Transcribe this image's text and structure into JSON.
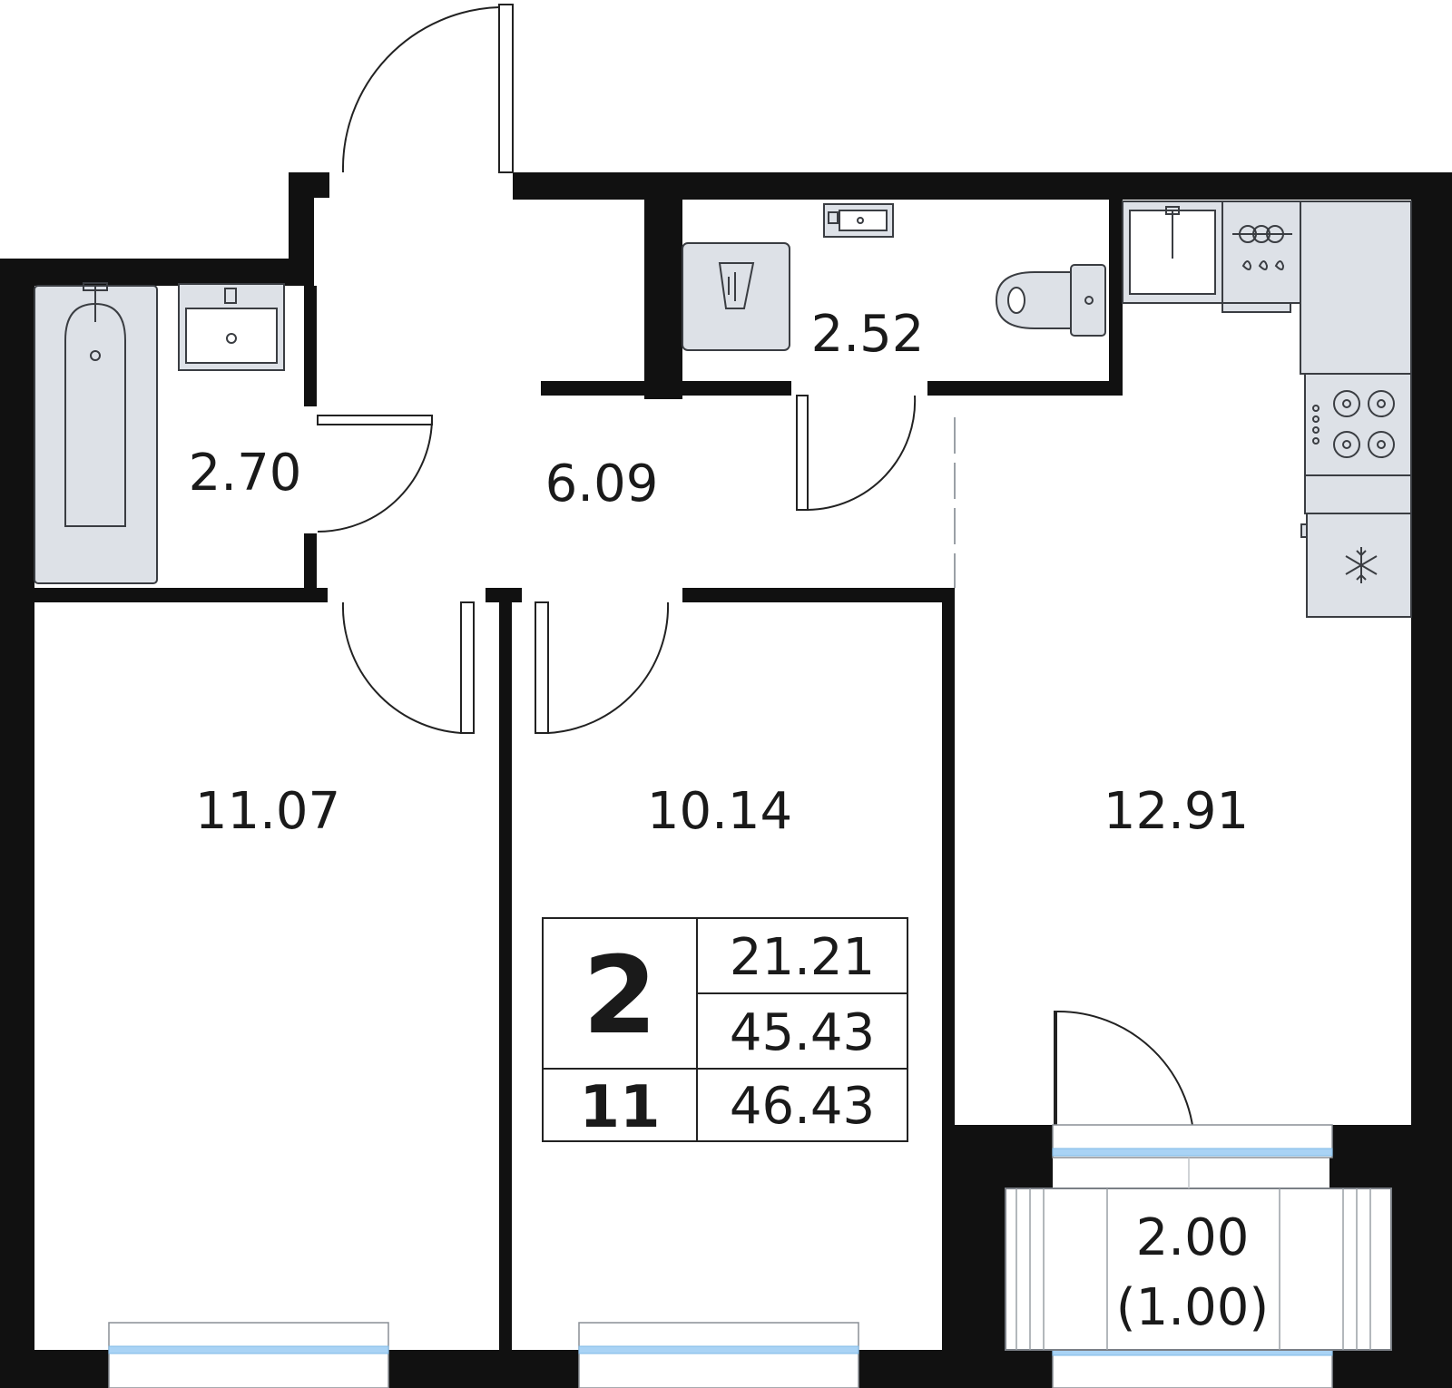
{
  "rooms": {
    "bathroom": "2.70",
    "hall": "6.09",
    "toilet": "2.52",
    "bedroom_left": "11.07",
    "bedroom_mid": "10.14",
    "kitchen": "12.91",
    "balcony_area": "2.00",
    "balcony_reduced": "(1.00)"
  },
  "info": {
    "rooms_count": "2",
    "floor": "11",
    "living_area": "21.21",
    "total_area": "45.43",
    "total_with_balcony": "46.43"
  },
  "icons": [
    "bathtub-icon",
    "sink-icon",
    "toilet-icon",
    "washing-machine-icon",
    "stove-icon",
    "fridge-icon",
    "kitchen-sink-icon"
  ]
}
